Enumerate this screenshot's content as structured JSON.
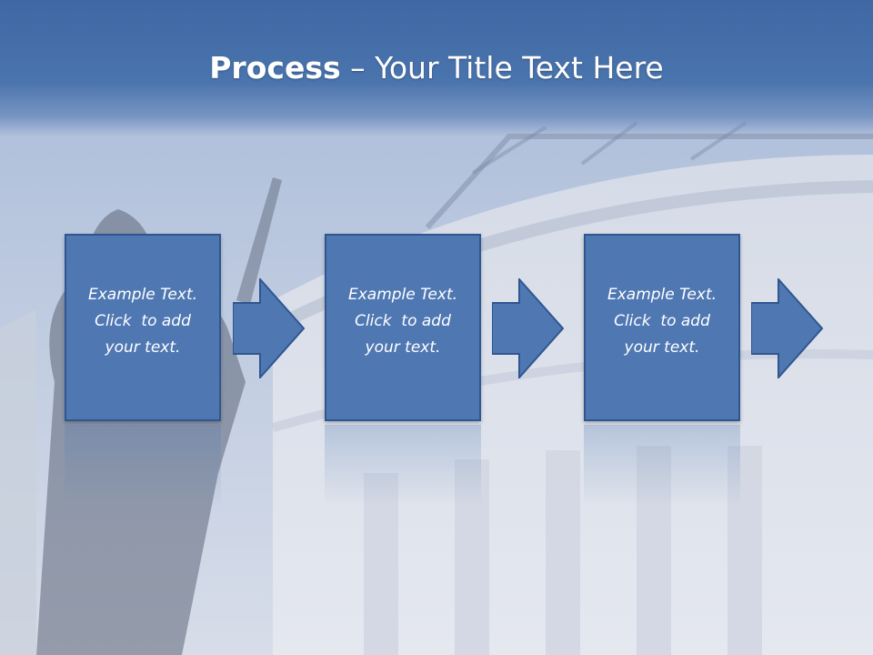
{
  "slide": {
    "title_bold": "Process",
    "title_rest": " – Your Title Text Here"
  },
  "steps": [
    {
      "text_line1": "Example Text.",
      "text_line2": "Click  to add",
      "text_line3": "your text."
    },
    {
      "text_line1": "Example Text.",
      "text_line2": "Click  to add",
      "text_line3": "your text."
    },
    {
      "text_line1": "Example Text.",
      "text_line2": "Click  to add",
      "text_line3": "your text."
    }
  ],
  "colors": {
    "title_bar": "#4a74ad",
    "box_fill": "#4f78b3",
    "box_border": "#2f568f",
    "arrow_fill": "#4f78b3"
  }
}
